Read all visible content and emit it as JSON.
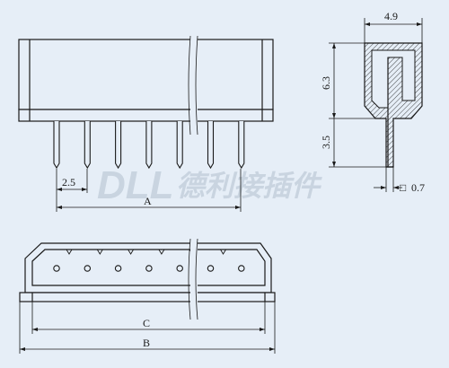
{
  "diagram": {
    "dimensions": {
      "pitch": "2.5",
      "length_a": "A",
      "length_b": "B",
      "length_c": "C",
      "depth": "4.9",
      "height": "6.3",
      "pin_length": "3.5",
      "pin_size": "0.7",
      "pin_square_symbol": "□"
    },
    "pin_count": 7,
    "watermark": {
      "latin": "DLL",
      "cjk": "德利接插件"
    },
    "colors": {
      "background": "#e6eef7",
      "line": "#1a1a1a",
      "watermark": "#c9d4e0",
      "hatch": "#1a1a1a"
    }
  }
}
